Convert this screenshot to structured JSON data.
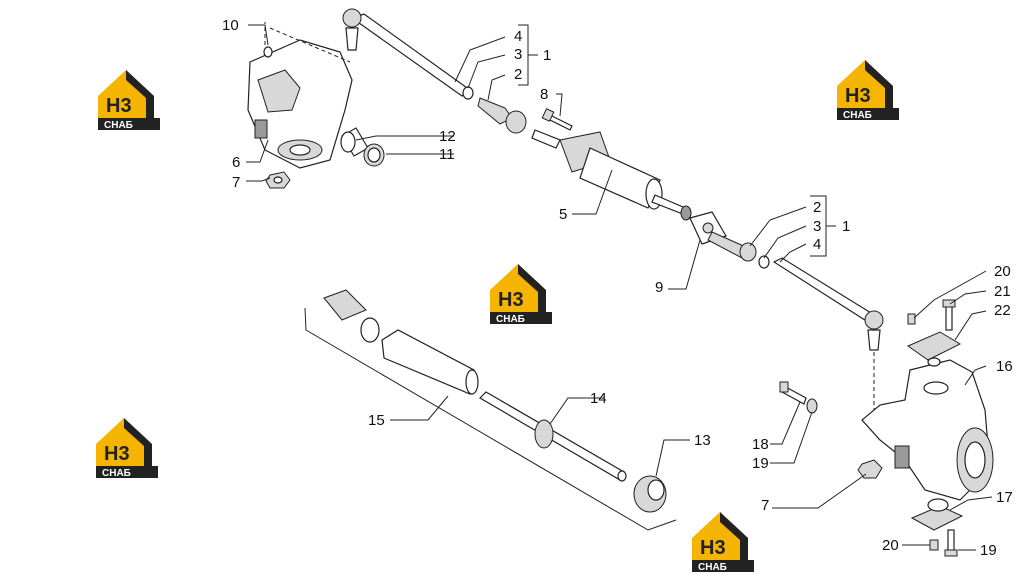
{
  "labels": {
    "l10": "10",
    "l4a": "4",
    "l3a": "3",
    "l1a": "1",
    "l2a": "2",
    "l8": "8",
    "l12": "12",
    "l11": "11",
    "l6": "6",
    "l7a": "7",
    "l5": "5",
    "l2b": "2",
    "l3b": "3",
    "l1b": "1",
    "l4b": "4",
    "l9": "9",
    "l20a": "20",
    "l21": "21",
    "l22": "22",
    "l16": "16",
    "l15": "15",
    "l14": "14",
    "l13": "13",
    "l18": "18",
    "l19a": "19",
    "l7b": "7",
    "l17": "17",
    "l20b": "20",
    "l19b": "19"
  },
  "watermark": {
    "top": "H3",
    "bottom": "СНАБ",
    "yellow": "#f5b400",
    "dark": "#222222"
  }
}
